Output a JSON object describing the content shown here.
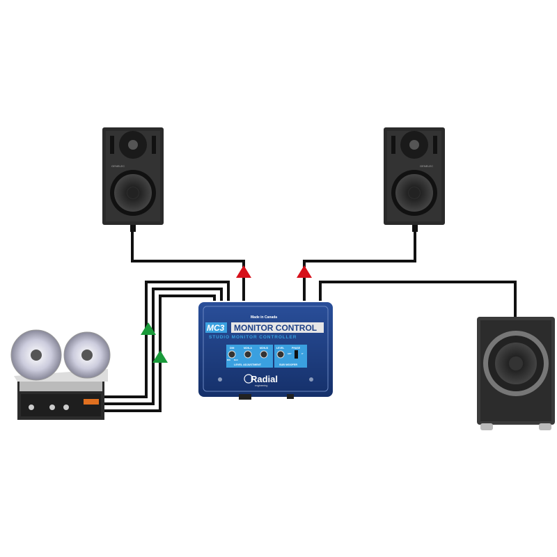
{
  "device": {
    "made_in": "Made in Canada",
    "model": "MC3",
    "title": "MONITOR CONTROL",
    "subtitle": "STUDIO MONITOR CONTROLLER",
    "knobs": [
      "DIM",
      "MON-A",
      "MON-B",
      "LEVEL"
    ],
    "knob_min": "MIN",
    "knob_max": "MAX",
    "phase_label": "PHASE",
    "phase_left": "180°",
    "phase_right": "0°",
    "level_adjustment": "LEVEL ADJUSTMENT",
    "sub_woofer": "SUB WOOFER",
    "brand": "Radial",
    "brand_sub": "engineering"
  },
  "speakers": {
    "brand": "GENELEC"
  },
  "colors": {
    "output_arrow": "#d6101a",
    "input_arrow": "#1a9a3a",
    "device_blue": "#1d3f86",
    "panel_blue": "#3aa0e0"
  }
}
